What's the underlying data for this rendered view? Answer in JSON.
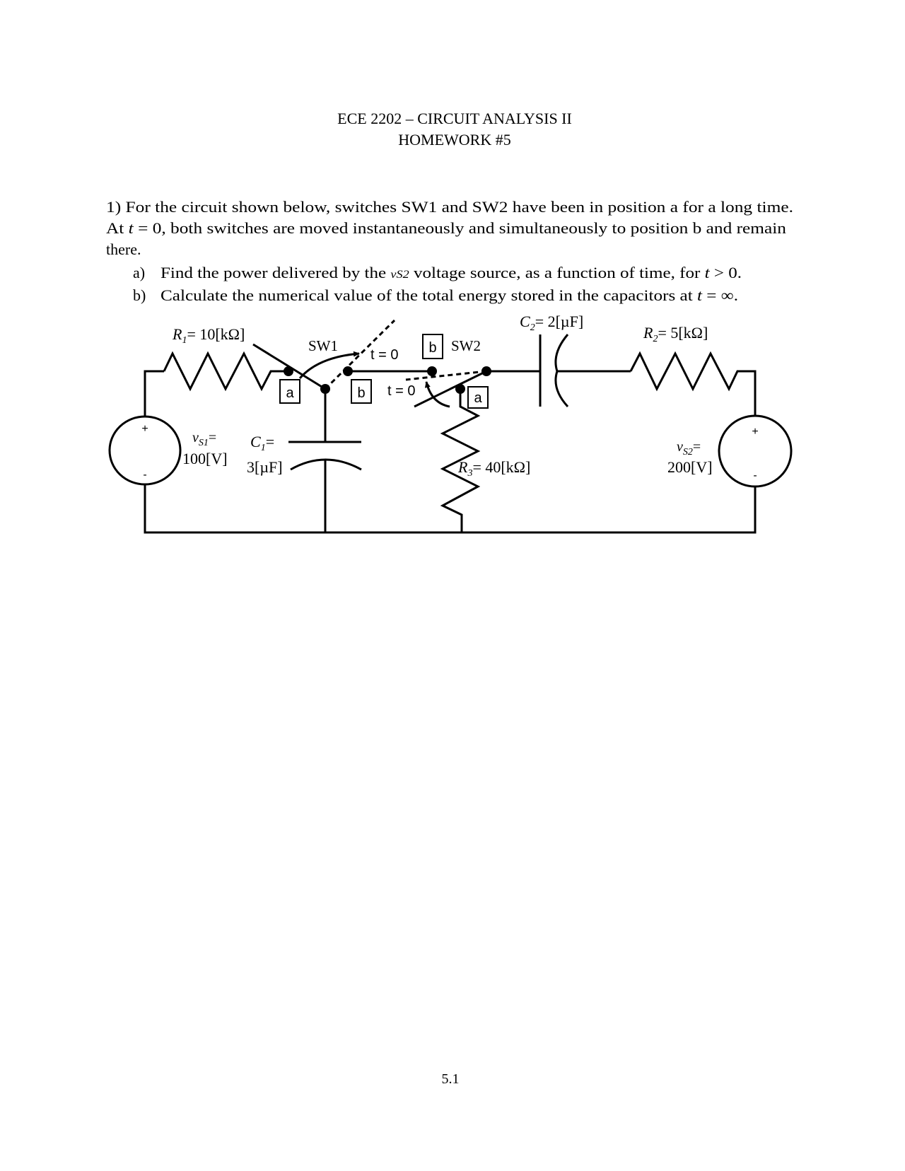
{
  "header": {
    "course_title": "ECE 2202 – CIRCUIT ANALYSIS II",
    "assignment": "HOMEWORK #5"
  },
  "problem": {
    "line1": "1) For the circuit shown below, switches SW1 and SW2 have been in position  a  for a long time.",
    "line2_pre": "At ",
    "line2_var": "t",
    "line2_post": " = 0, both switches are moved instantaneously and simultaneously to position  b  and remain",
    "line3": "there.",
    "part_a": {
      "label": "a)",
      "pre": "Find the power delivered by the ",
      "source": "vS2",
      "mid": " voltage source, as a function of time, for ",
      "var": "t",
      "post": " > 0."
    },
    "part_b": {
      "label": "b)",
      "pre": "Calculate the numerical value of the total energy stored in the capacitors at ",
      "var": "t",
      "post": " = ∞."
    }
  },
  "circuit": {
    "R1": {
      "sym": "R",
      "sub": "1",
      "value": "= 10[kΩ]"
    },
    "R2": {
      "sym": "R",
      "sub": "2",
      "value": "= 5[kΩ]"
    },
    "R3": {
      "sym": "R",
      "sub": "3",
      "value": "= 40[kΩ]"
    },
    "C1": {
      "sym": "C",
      "sub": "1",
      "eq": "=",
      "value": "3[µF]"
    },
    "C2": {
      "sym": "C",
      "sub": "2",
      "value": "= 2[µF]"
    },
    "vS1": {
      "sym": "v",
      "sub": "S1",
      "eq": "=",
      "value": "100[V]"
    },
    "vS2": {
      "sym": "v",
      "sub": "S2",
      "eq": "=",
      "value": "200[V]"
    },
    "sw1": {
      "name": "SW1",
      "time": "t = 0",
      "pos_a": "a",
      "pos_b": "b"
    },
    "sw2": {
      "name": "SW2",
      "time": "t = 0",
      "pos_a": "a",
      "pos_b": "b"
    },
    "plus": "+",
    "minus": "-"
  },
  "footer": {
    "page_number": "5.1"
  }
}
